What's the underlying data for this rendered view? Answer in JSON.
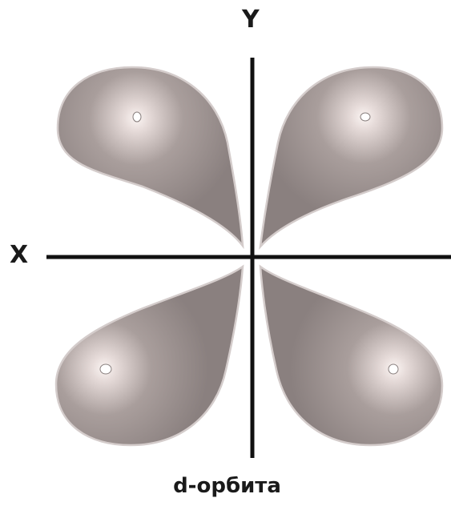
{
  "diagram": {
    "axis_y_label": "Y",
    "axis_x_label": "X",
    "caption": "d-орбита",
    "lobe_count": 4,
    "colors": {
      "lobe_base": "#8f8584",
      "lobe_highlight": "#f6eeec",
      "lobe_outline": "#d4cccb",
      "axis": "#111111"
    }
  }
}
